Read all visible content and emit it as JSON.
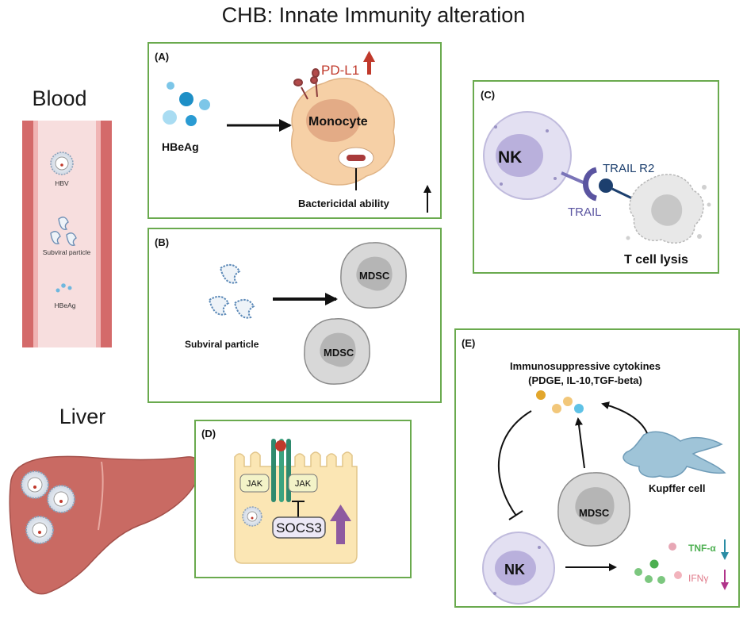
{
  "title": "CHB: Innate Immunity alteration",
  "blood": {
    "label": "Blood",
    "hbv_label": "HBV",
    "subviral_label": "Subviral particle",
    "hbeag_label": "HBeAg"
  },
  "liver": {
    "label": "Liver"
  },
  "panel_a": {
    "letter": "(A)",
    "hbeag": "HBeAg",
    "pdl1": "PD-L1",
    "monocyte": "Monocyte",
    "bactericidal": "Bactericidal ability"
  },
  "panel_b": {
    "letter": "(B)",
    "subviral": "Subviral particle",
    "mdsc1": "MDSC",
    "mdsc2": "MDSC"
  },
  "panel_c": {
    "letter": "(C)",
    "nk": "NK",
    "trail_r2": "TRAIL R2",
    "trail": "TRAIL",
    "tcell": "T cell lysis"
  },
  "panel_d": {
    "letter": "(D)",
    "jak1": "JAK",
    "jak2": "JAK",
    "socs3": "SOCS3"
  },
  "panel_e": {
    "letter": "(E)",
    "cytokines_title": "Immunosuppressive cytokines",
    "cytokines_list": "(PDGE, IL-10,TGF-beta)",
    "kupffer": "Kupffer cell",
    "mdsc": "MDSC",
    "nk": "NK",
    "tnf": "TNF-α",
    "ifn": "IFNγ"
  },
  "colors": {
    "panel_border": "#6aaa4e",
    "pdl1_red": "#c0392b",
    "nk_purple": "#d9d4ee",
    "mdsc_gray": "#d8d8d8",
    "tnf_green": "#4caf50",
    "ifn_pink": "#e07a8a",
    "socs3_arrow": "#8e5aa0"
  }
}
